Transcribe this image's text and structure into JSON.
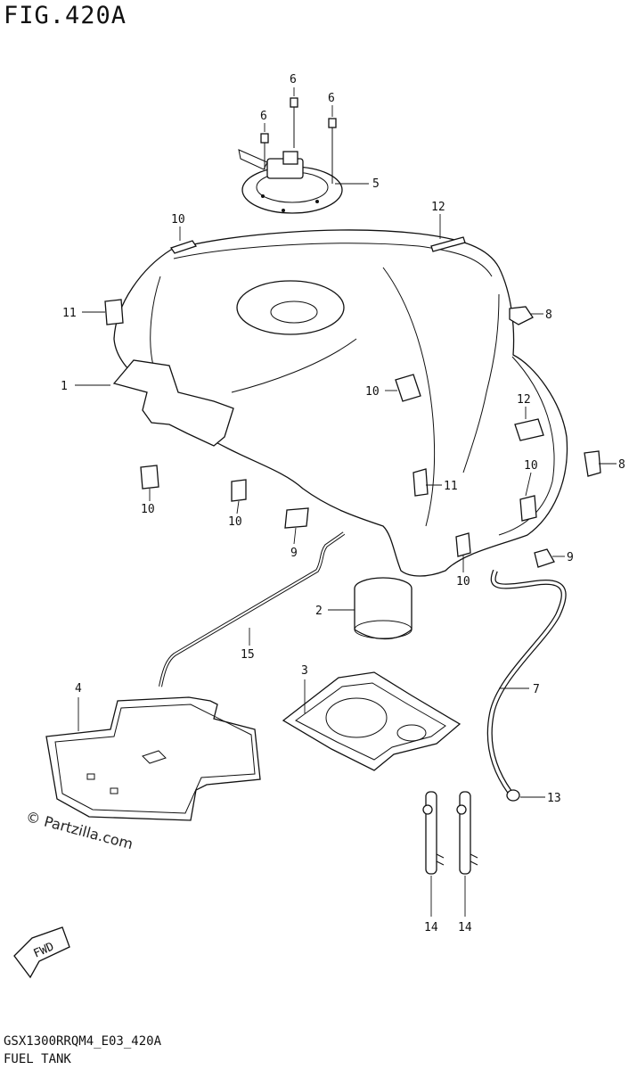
{
  "figure": {
    "title": "FIG.420A",
    "model_code": "GSX1300RRQM4_E03_420A",
    "caption": "FUEL TANK",
    "watermark": "© Partzilla.com",
    "fwd_label": "FWD"
  },
  "callouts": [
    {
      "id": "c1",
      "label": "1"
    },
    {
      "id": "c2",
      "label": "2"
    },
    {
      "id": "c3",
      "label": "3"
    },
    {
      "id": "c4",
      "label": "4"
    },
    {
      "id": "c5",
      "label": "5"
    },
    {
      "id": "c6a",
      "label": "6"
    },
    {
      "id": "c6b",
      "label": "6"
    },
    {
      "id": "c6c",
      "label": "6"
    },
    {
      "id": "c7",
      "label": "7"
    },
    {
      "id": "c8a",
      "label": "8"
    },
    {
      "id": "c8b",
      "label": "8"
    },
    {
      "id": "c9a",
      "label": "9"
    },
    {
      "id": "c9b",
      "label": "9"
    },
    {
      "id": "c10a",
      "label": "10"
    },
    {
      "id": "c10b",
      "label": "10"
    },
    {
      "id": "c10c",
      "label": "10"
    },
    {
      "id": "c10d",
      "label": "10"
    },
    {
      "id": "c10e",
      "label": "10"
    },
    {
      "id": "c10f",
      "label": "10"
    },
    {
      "id": "c11a",
      "label": "11"
    },
    {
      "id": "c11b",
      "label": "11"
    },
    {
      "id": "c12a",
      "label": "12"
    },
    {
      "id": "c12b",
      "label": "12"
    },
    {
      "id": "c13",
      "label": "13"
    },
    {
      "id": "c14a",
      "label": "14"
    },
    {
      "id": "c14b",
      "label": "14"
    },
    {
      "id": "c15",
      "label": "15"
    }
  ]
}
